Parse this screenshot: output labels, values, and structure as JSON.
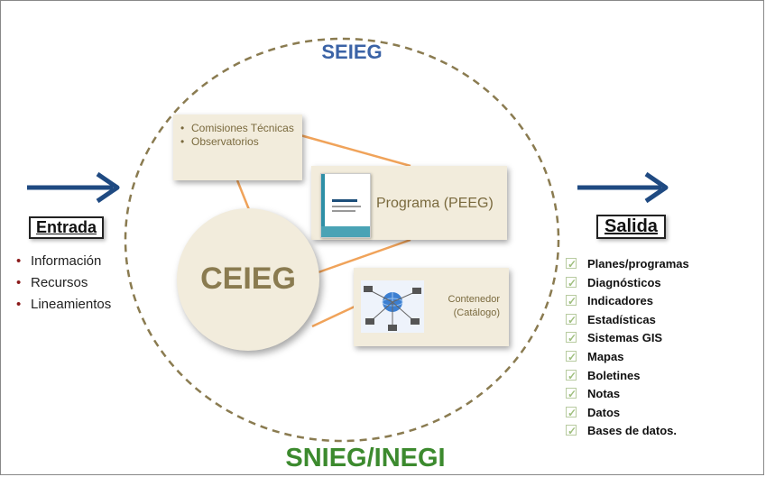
{
  "titles": {
    "top": "SEIEG",
    "bottom": "SNIEG/INEGI"
  },
  "comisiones": {
    "items": [
      "Comisiones Técnicas",
      "Observatorios"
    ]
  },
  "programa": {
    "label": "Programa (PEEG)"
  },
  "contenedor": {
    "line1": "Contenedor",
    "line2": "(Catálogo)"
  },
  "ceieg": {
    "label": "CEIEG"
  },
  "entrada": {
    "label": "Entrada",
    "items": [
      "Información",
      "Recursos",
      "Lineamientos"
    ]
  },
  "salida": {
    "label": "Salida",
    "items": [
      "Planes/programas",
      "Diagnósticos",
      "Indicadores",
      "Estadísticas",
      "Sistemas GIS",
      "Mapas",
      "Boletines",
      "Notas",
      "Datos",
      "Bases de datos."
    ]
  },
  "colors": {
    "title_blue": "#3b63a6",
    "title_green": "#3c8a2e",
    "arrow": "#1f4a82",
    "connector": "#f0a35a",
    "box_fill": "#f2ecdc",
    "circle_dash": "#8a7b50"
  },
  "icons": {
    "entrada_arrow": "arrow-right-icon",
    "salida_arrow": "arrow-right-icon",
    "check": "checkbox-check-icon"
  }
}
